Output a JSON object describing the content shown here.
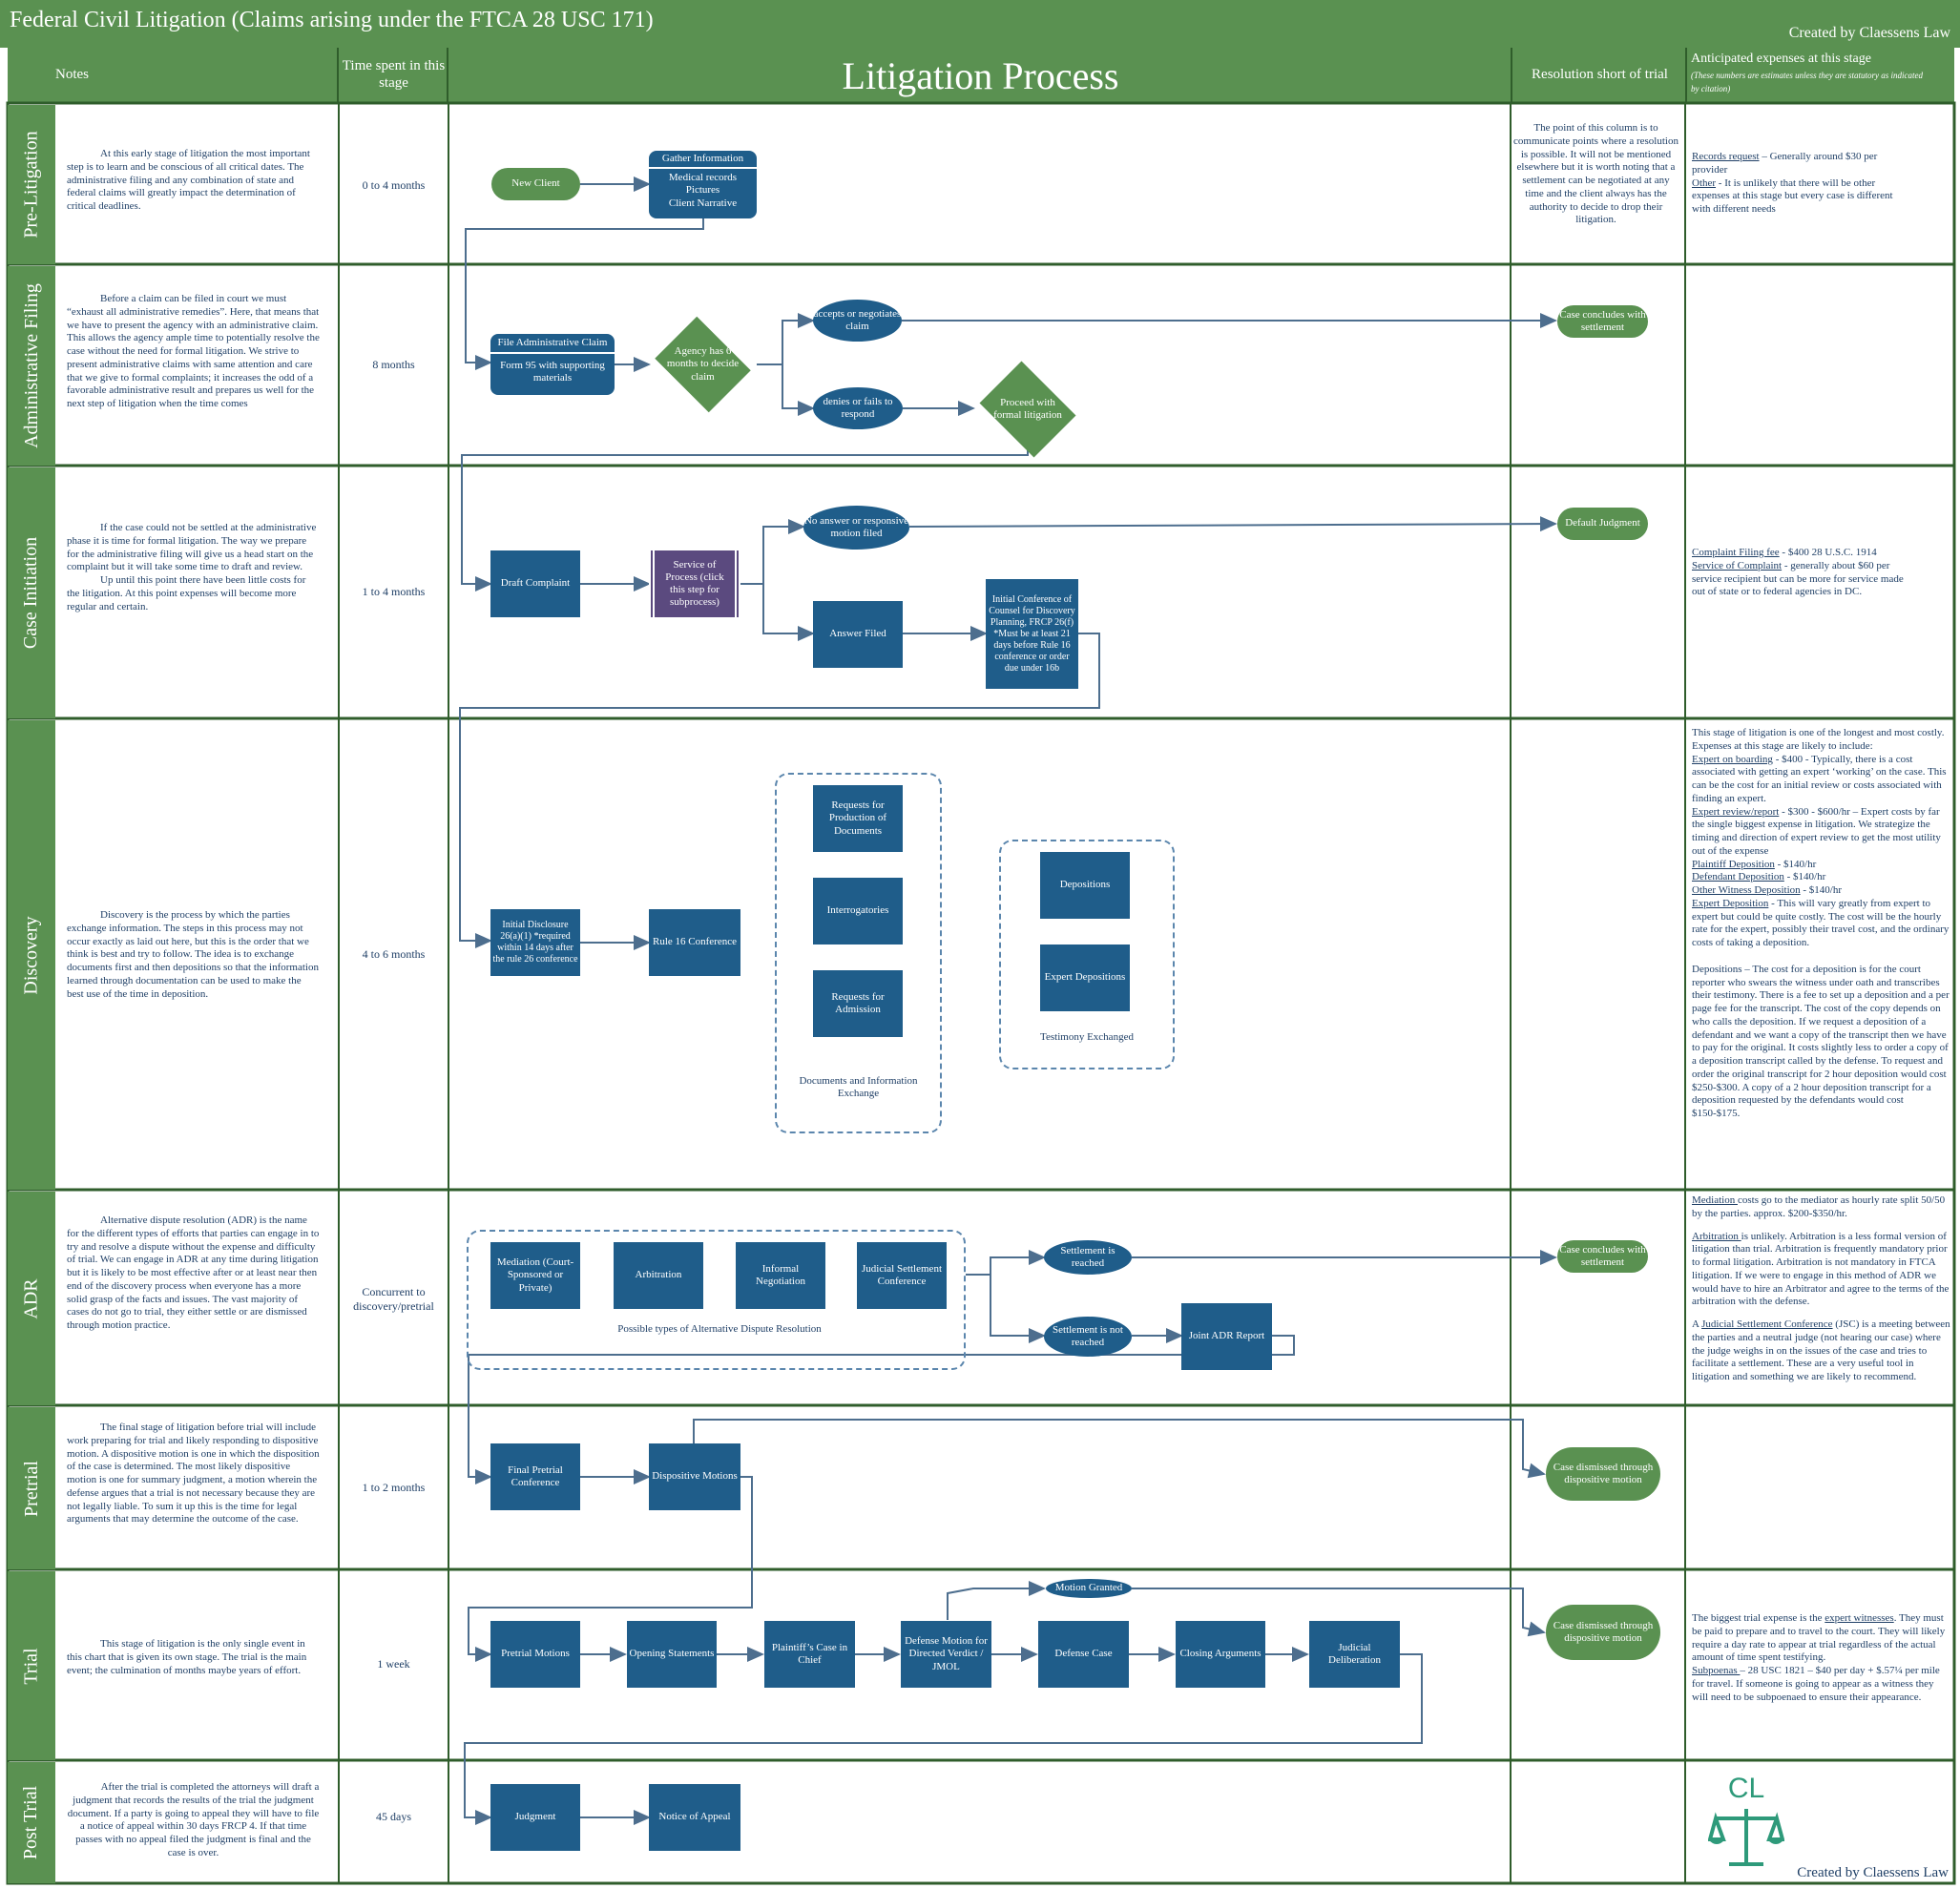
{
  "header": {
    "title": "Federal Civil Litigation (Claims arising under the FTCA 28 USC 171)",
    "created_by": "Created by Claessens Law",
    "col_notes": "Notes",
    "col_time": "Time spent in this stage",
    "col_process": "Litigation Process",
    "col_resolution": "Resolution short of trial",
    "col_expenses": "Anticipated expenses at this stage",
    "col_expenses_sub": "(These numbers are estimates unless they are statutory as indicated by citation)"
  },
  "lanes": [
    {
      "name": "Pre-Litigation",
      "time": "0 to 4 months",
      "notes": "At this early stage of litigation the most important step is to learn and be conscious of all critical dates.  The administrative filing and any combination of state and federal claims will greatly impact the determination of critical deadlines."
    },
    {
      "name": "Administrative Filing",
      "time": "8 months",
      "notes": "Before a claim can be filed in court we must “exhaust all administrative remedies”.  Here, that means that we have to present the agency with an administrative claim.  This allows the agency ample time to potentially resolve the case without the need for formal litigation.  We strive to present administrative claims with same attention and care that we give to formal complaints; it increases the odd of a favorable administrative result and prepares us well for the next step of litigation when the time comes"
    },
    {
      "name": "Case Initiation",
      "time": "1 to 4 months",
      "notes": "If the case could not be settled at the administrative phase it is time for formal litigation.  The way we prepare for the administrative filing will give us a head start on the complaint but it will take some time to draft and review.",
      "notes2": "Up until this point there have been little costs for the litigation.  At this point expenses will become more regular and certain."
    },
    {
      "name": "Discovery",
      "time": "4 to 6 months",
      "notes": "Discovery is the process by which the parties exchange information.  The steps in this process may not occur exactly as laid out here, but this is the order that we think is best and try to follow.  The idea is to exchange documents first and then depositions so that the information learned through documentation can be used to make the best use of the time in deposition."
    },
    {
      "name": "ADR",
      "time": "Concurrent to discovery/pretrial",
      "notes": "Alternative dispute resolution (ADR) is the name for the different types of efforts that parties can engage in to try and resolve a dispute without the expense and difficulty of trial.  We can engage in ADR at any time during litigation but it is likely to be most effective after or at least near then end of the discovery process when everyone has a more solid grasp of the facts and issues.  The vast majority of cases do not go to trial, they either settle or are dismissed through motion practice."
    },
    {
      "name": "Pretrial",
      "time": "1 to 2 months",
      "notes": "The final stage of litigation before trial will include work preparing for trial and likely responding to dispositive motion.  A dispositive motion is one in which the disposition of the case is determined.  The most likely dispositive motion is one for summary judgment, a motion wherein the defense argues that a trial is not necessary because they are not legally liable.  To sum it up this is the time for legal arguments that may determine the outcome of the case."
    },
    {
      "name": "Trial",
      "time": "1 week",
      "notes": "This stage of litigation is the only single event in this chart that is given its own stage.  The trial is the main event; the culmination of months maybe years of effort."
    },
    {
      "name": "Post Trial",
      "time": "45 days",
      "notes": "After the trial is completed the attorneys will draft a judgment that records the results of the trial the judgment document.  If a party is going to appeal they will have to file a notice of appeal within 30 days FRCP 4. If that time passes with no appeal filed the judgment is final and the case is over."
    }
  ],
  "resolution_note": "The point of this column is to communicate points where a resolution is possible. It will not be mentioned elsewhere but it is worth noting that a settlement can be negotiated at any time and the client always has the authority to decide to drop their litigation.",
  "expenses": {
    "prelit": [
      {
        "u": "Records request",
        "t": " – Generally around $30 per provider"
      },
      {
        "u": "Other",
        "t": " - It is unlikely that there will be other expenses at this stage but every case is different with different needs"
      }
    ],
    "caseinit": [
      {
        "u": "Complaint Filing fee",
        "t": " -  $400 28 U.S.C. 1914"
      },
      {
        "u": "Service of Complaint",
        "t": " -  generally about $60 per service recipient but can be more for service made out of state or to federal agencies in DC."
      }
    ],
    "discovery_intro": "This stage of litigation is one of the longest and most costly.  Expenses at this stage are likely to include:",
    "discovery": [
      {
        "u": "Expert on boarding",
        "t": " -  $400 - Typically, there is a cost associated with getting an expert ‘working’ on the case.  This can be the cost for an initial review or costs associated with finding an expert."
      },
      {
        "u": "Expert review/report",
        "t": " - $300 - $600/hr – Expert costs by far the single biggest expense in litigation.  We strategize the timing and direction of expert review to get the most utility out of the expense"
      },
      {
        "u": "Plaintiff Deposition",
        "t": " - $140/hr"
      },
      {
        "u": "Defendant Deposition",
        "t": " - $140/hr"
      },
      {
        "u": "Other Witness Deposition",
        "t": " - $140/hr"
      },
      {
        "u": "Expert Deposition",
        "t": " - This will vary greatly from expert to expert but could be quite costly.  The cost will be the hourly rate for the expert, possibly their travel cost, and the ordinary costs of taking a deposition."
      }
    ],
    "discovery_depo": "Depositions – The cost for a deposition is for the court reporter who swears the witness under oath and transcribes their testimony.  There is a fee to set up a deposition and a per page fee for the transcript.  The cost of the copy depends on who calls the deposition.  If we request a deposition of a defendant and we want a copy of the transcript then we have to pay for the original. It costs slightly less  to order a copy of a deposition transcript called by the defense.  To request and order the original transcript for 2 hour deposition would cost $250-$300.  A copy of a 2 hour deposition transcript for a deposition requested by the defendants would cost $150-$175.",
    "adr": [
      {
        "u": "Mediation ",
        "t": "costs go to the mediator as hourly rate split 50/50 by the parties.  approx. $200-$350/hr."
      },
      {
        "u": "Arbitration ",
        "t": "is unlikely.  Arbitration is a less formal version  of litigation than trial.  Arbitration is frequently mandatory prior to formal litigation.  Arbitration is not mandatory in FTCA litigation.  If we were to engage in this method of ADR we would have to hire an Arbitrator and agree to the terms of the arbitration with the defense."
      },
      {
        "pre": "A ",
        "u": "Judicial Settlement Conference",
        "t": " (JSC) is a meeting between the parties and a neutral judge (not hearing our case) where the judge weighs in on the issues of the case and tries to facilitate a settlement.  These are a very useful tool in litigation and something we are likely to recommend."
      }
    ],
    "trial_1a": "The biggest trial expense is the ",
    "trial_1u": "expert witnesses",
    "trial_1b": ".  They must be paid to prepare and to travel to the court.  They will likely require a day rate to appear at trial regardless of the actual amount of time spent testifying.",
    "trial_2u": "Subpoenas ",
    "trial_2t": "– 28 USC 1821 – $40 per day + $.57¼ per mile for travel.  If someone is going to appear as a witness they will need to be subpoenaed to ensure their appearance."
  },
  "nodes": {
    "new_client": "New Client",
    "gather_title": "Gather Information",
    "gather_body": "Medical records\nPictures\nClient Narrative",
    "file_admin_title": "File Administrative Claim",
    "file_admin_body": "Form 95 with supporting materials",
    "agency_6": "Agency has 6 months to decide claim",
    "accepts": "accepts or negotiates claim",
    "denies": "denies or fails to respond",
    "proceed": "Proceed with formal litigation",
    "case_concludes_1": "Case concludes with settlement",
    "draft_complaint": "Draft Complaint",
    "service": "Service of Process (click this step for subprocess)",
    "no_answer": "No answer or responsive motion filed",
    "answer_filed": "Answer Filed",
    "initial_conf": "Initial Conference of Counsel for Discovery Planning, FRCP 26(f) *Must be at least 21 days before Rule 16 conference or order due under 16b",
    "default_judgment": "Default Judgment",
    "initial_disclosure": "Initial Disclosure 26(a)(1) *required within 14 days after the rule 26 conference",
    "rule16": "Rule 16 Conference",
    "rfp": "Requests for Production of Documents",
    "interrogatories": "Interrogatories",
    "rfa": "Requests for Admission",
    "docs_group": "Documents and Information Exchange",
    "depositions": "Depositions",
    "expert_depositions": "Expert Depositions",
    "testimony_group": "Testimony Exchanged",
    "mediation": "Mediation (Court-Sponsored or Private)",
    "arbitration": "Arbitration",
    "informal": "Informal Negotiation",
    "jsc": "Judicial Settlement Conference",
    "adr_group": "Possible types of Alternative Dispute Resolution",
    "settlement_reached": "Settlement is reached",
    "settlement_not": "Settlement is not reached",
    "joint_adr": "Joint ADR Report",
    "case_concludes_2": "Case concludes with settlement",
    "final_pretrial": "Final Pretrial Conference",
    "dispositive": "Dispositive Motions",
    "dismissed_1": "Case dismissed through dispositive motion",
    "pretrial_motions": "Pretrial Motions",
    "opening": "Opening Statements",
    "plaintiff_case": "Plaintiff’s Case in Chief",
    "defense_motion": "Defense Motion for Directed Verdict / JMOL",
    "defense_case": "Defense Case",
    "closing": "Closing Arguments",
    "deliberation": "Judicial Deliberation",
    "motion_granted": "Motion Granted",
    "dismissed_2": "Case dismissed through dispositive motion",
    "judgment": "Judgment",
    "notice_appeal": "Notice of Appeal"
  },
  "logo": {
    "letters": "CL",
    "icon": "scales-of-justice-icon"
  },
  "colors": {
    "green": "#5a9151",
    "blue": "#1f5d8a",
    "purple": "#5b4a7f",
    "arrow": "#4d6e8e"
  }
}
